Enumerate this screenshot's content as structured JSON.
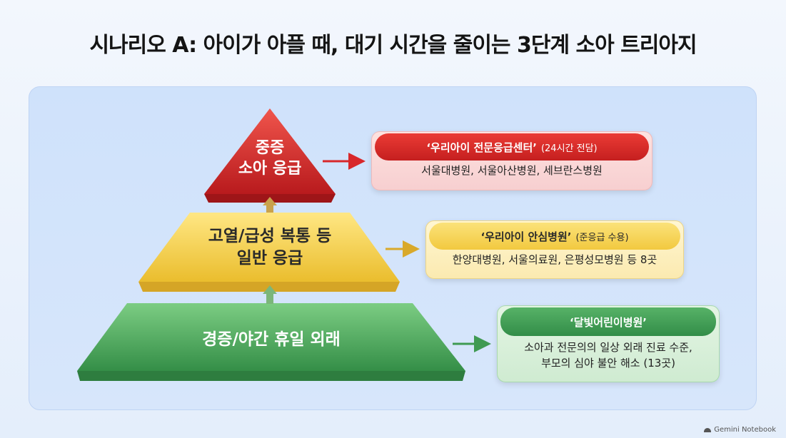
{
  "title": "시나리오 A: 아이가 아플 때, 대기 시간을 줄이는 3단계 소아 트리아지",
  "tiers": [
    {
      "label_lines": [
        "중증",
        "소아 응급"
      ],
      "color": "#d8272a"
    },
    {
      "label_lines": [
        "고열/급성 복통 등",
        "일반 응급"
      ],
      "color": "#f4c93e"
    },
    {
      "label_lines": [
        "경증/야간 휴일 외래"
      ],
      "color": "#4ea75c"
    }
  ],
  "callouts": [
    {
      "name": "‘우리아이 전문응급센터’",
      "note": "(24시간 전담)",
      "body_lines": [
        "서울대병원, 서울아산병원, 세브란스병원"
      ],
      "color": "#d8272a"
    },
    {
      "name": "‘우리아이 안심병원’",
      "note": "(준응급 수용)",
      "body_lines": [
        "한양대병원, 서울의료원, 은평성모병원 등 8곳"
      ],
      "color": "#f4c93e"
    },
    {
      "name": "‘달빛어린이병원’",
      "note": "",
      "body_lines": [
        "소아과 전문의의 일상 외래 진료 수준,",
        "부모의 심야 불안 해소 (13곳)"
      ],
      "color": "#4ea75c"
    }
  ],
  "footer": {
    "brand": "Gemini Notebook"
  }
}
